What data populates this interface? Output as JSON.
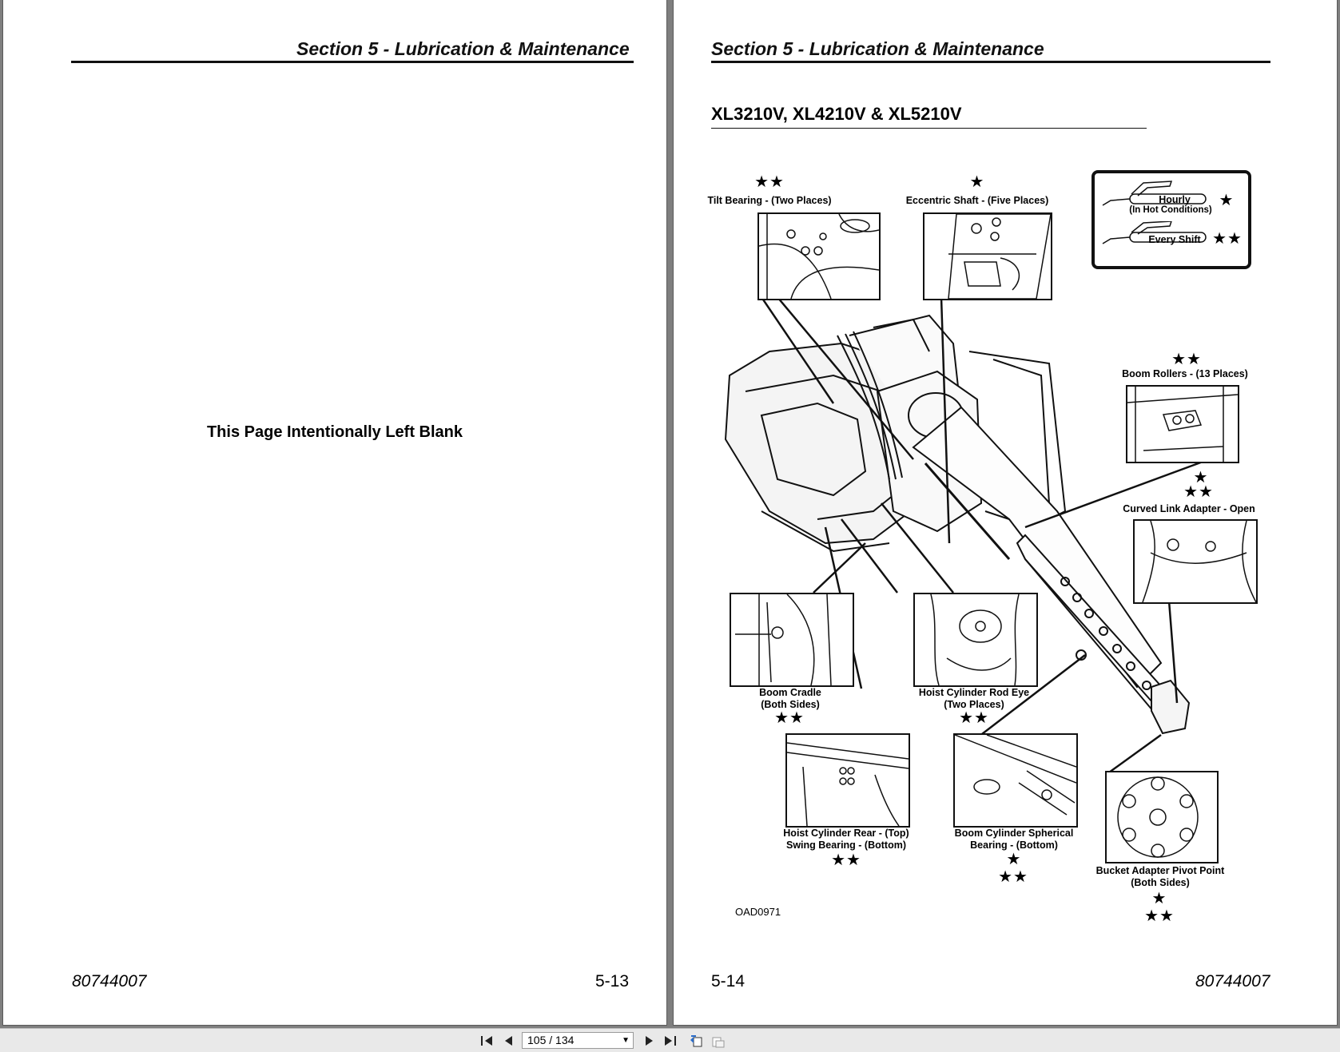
{
  "left_page": {
    "section_header": "Section 5 - Lubrication & Maintenance",
    "blank_message": "This Page Intentionally Left Blank",
    "doc_number": "80744007",
    "page_number": "5-13"
  },
  "right_page": {
    "section_header": "Section 5 - Lubrication & Maintenance",
    "model_title": "XL3210V, XL4210V & XL5210V",
    "legend": {
      "hourly": "Hourly",
      "hot_conditions": "(In Hot Conditions)",
      "hourly_stars": "★",
      "every_shift": "Every Shift",
      "every_shift_stars": "★★"
    },
    "callouts": {
      "tilt_bearing": {
        "label": "Tilt Bearing - (Two Places)",
        "stars": "★★"
      },
      "eccentric_shaft": {
        "label": "Eccentric Shaft - (Five Places)",
        "stars": "★"
      },
      "boom_rollers": {
        "label": "Boom Rollers - (13 Places)",
        "stars": "★★"
      },
      "curved_link": {
        "label": "Curved Link Adapter - Open",
        "stars_1": "★",
        "stars_2": "★★"
      },
      "boom_cradle": {
        "label_1": "Boom Cradle",
        "label_2": "(Both Sides)",
        "stars": "★★"
      },
      "hoist_rod_eye": {
        "label_1": "Hoist Cylinder Rod Eye",
        "label_2": "(Two Places)",
        "stars": "★★"
      },
      "hoist_rear": {
        "label_1": "Hoist Cylinder Rear - (Top)",
        "label_2": "Swing Bearing - (Bottom)",
        "stars": "★★"
      },
      "boom_spherical": {
        "label_1": "Boom Cylinder Spherical",
        "label_2": "Bearing - (Bottom)",
        "stars_1": "★",
        "stars_2": "★★"
      },
      "bucket_adapter": {
        "label_1": "Bucket Adapter Pivot Point",
        "label_2": "(Both Sides)",
        "stars_1": "★",
        "stars_2": "★★"
      }
    },
    "figure_code": "OAD0971",
    "page_number": "5-14",
    "doc_number": "80744007"
  },
  "viewer": {
    "page_indicator": "105 / 134"
  }
}
